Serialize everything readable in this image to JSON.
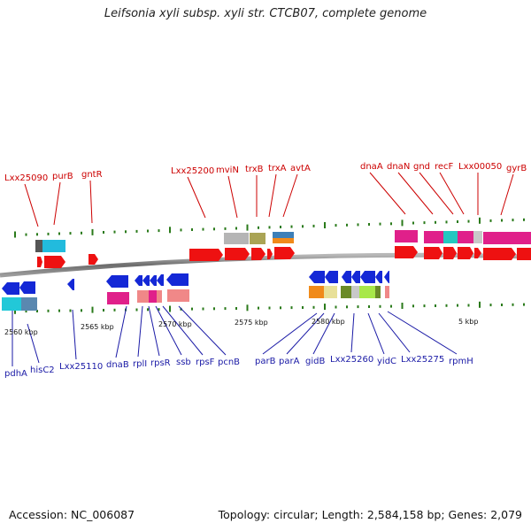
{
  "title": "Leifsonia xyli subsp. xyli str. CTCB07, complete genome",
  "footer": {
    "accession": "Accession: NC_006087",
    "summary": "Topology: circular; Length: 2,584,158 bp; Genes: 2,079"
  },
  "kbp_labels": [
    "2560 kbp",
    "2565 kbp",
    "2570 kbp",
    "2575 kbp",
    "2580 kbp",
    "5 kbp"
  ],
  "top_genes": [
    "Lxx25090",
    "purB",
    "gntR",
    "Lxx25200",
    "mviN",
    "trxB",
    "trxA",
    "avtA",
    "dnaA",
    "dnaN",
    "gnd",
    "recF",
    "Lxx00050",
    "gyrB"
  ],
  "bottom_genes": [
    "pdhA",
    "hisC2",
    "Lxx25110",
    "dnaB",
    "rplI",
    "rpsR",
    "ssb",
    "rpsF",
    "pcnB",
    "parB",
    "parA",
    "gidB",
    "Lxx25260",
    "yidC",
    "Lxx25275",
    "rpmH"
  ],
  "colors": {
    "forward": "#ee1111",
    "reverse": "#1428d6",
    "top_label": "#cc0000",
    "bottom_label": "#1a1aa6",
    "tick": "#2a7a1a",
    "backbone": "#808080"
  }
}
